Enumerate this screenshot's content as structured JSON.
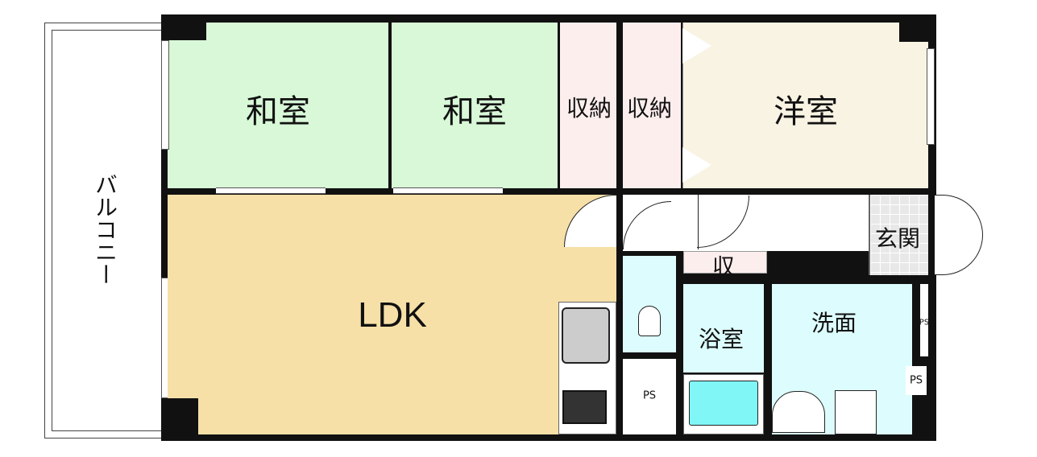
{
  "rooms": {
    "washitsu1": "和室",
    "washitsu2": "和室",
    "shuno1": "収納",
    "shuno2": "収納",
    "yoshitsu": "洋室",
    "ldk": "LDK",
    "genkan": "玄関",
    "shu": "収",
    "yokushitsu": "浴室",
    "senmen": "洗面",
    "ps1": "PS",
    "ps2": "PS",
    "ps3": "PS",
    "balcony": "バルコニー"
  },
  "colors": {
    "tatami": "#d8f8d8",
    "storage": "#fdeeee",
    "western": "#f8f3e3",
    "ldk": "#f6e0a8",
    "wet": "#ddfcfd",
    "tub": "#80f6f6",
    "genkan": "#e8e8e8"
  }
}
